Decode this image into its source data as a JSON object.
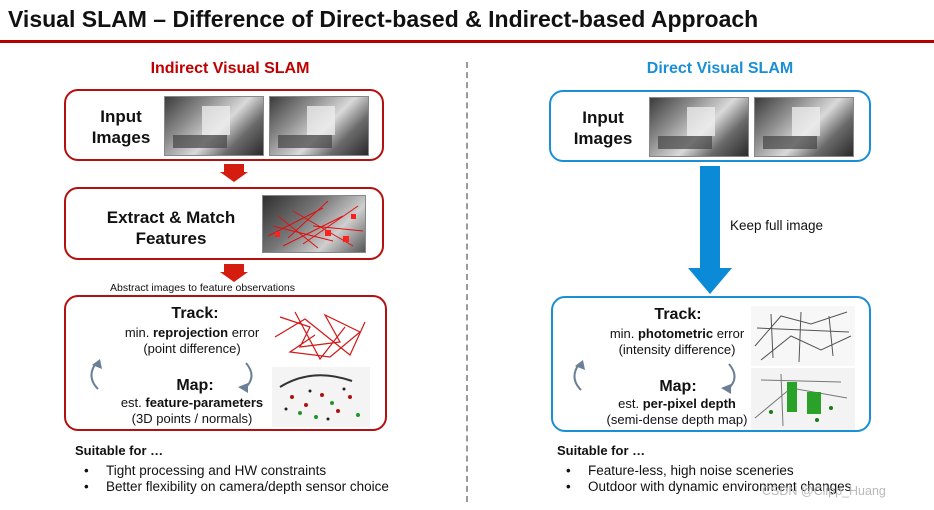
{
  "title": "Visual SLAM – Difference of Direct-based & Indirect-based Approach",
  "indirect": {
    "heading": "Indirect Visual SLAM",
    "input_label_1": "Input",
    "input_label_2": "Images",
    "extract_label_1": "Extract & Match",
    "extract_label_2": "Features",
    "abstract_note": "Abstract images to feature observations",
    "track_title": "Track:",
    "track_line1_prefix": "min. ",
    "track_line1_bold": "reprojection",
    "track_line1_suffix": " error",
    "track_line2": "(point difference)",
    "map_title": "Map:",
    "map_line1_prefix": "est. ",
    "map_line1_bold": "feature-parameters",
    "map_line2": "(3D points / normals)",
    "suitable": "Suitable for …",
    "bullets": [
      "Tight processing and HW constraints",
      "Better flexibility on camera/depth sensor choice"
    ]
  },
  "direct": {
    "heading": "Direct Visual SLAM",
    "input_label_1": "Input",
    "input_label_2": "Images",
    "keep_note": "Keep full image",
    "track_title": "Track:",
    "track_line1_prefix": "min. ",
    "track_line1_bold": "photometric",
    "track_line1_suffix": " error",
    "track_line2": "(intensity difference)",
    "map_title": "Map:",
    "map_line1_prefix": "est. ",
    "map_line1_bold": "per-pixel depth",
    "map_line2": "(semi-dense depth map)",
    "suitable": "Suitable for …",
    "bullets": [
      "Feature-less, high noise sceneries",
      "Outdoor with dynamic environment changes"
    ]
  },
  "watermark": "CSDN @Clipp_Huang",
  "colors": {
    "indirect": "#c00000",
    "direct": "#1a8fd6",
    "arrow_red": "#d41c0f",
    "arrow_blue": "#0b8ad8"
  }
}
